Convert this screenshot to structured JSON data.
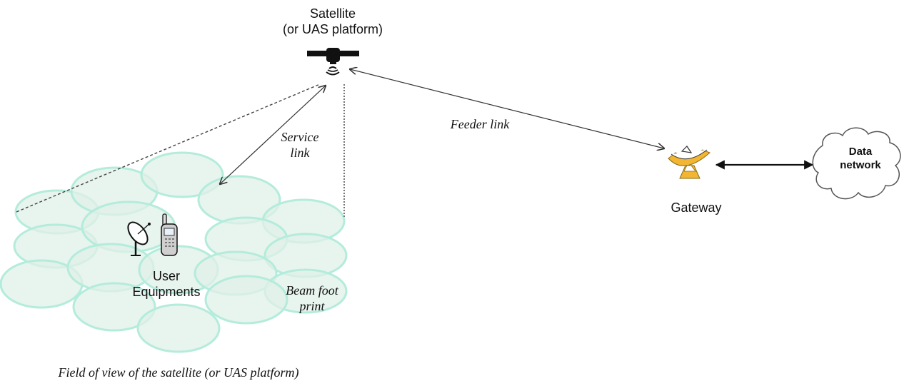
{
  "satellite": {
    "label_line1": "Satellite",
    "label_line2": "(or UAS platform)",
    "icon": "satellite-icon"
  },
  "links": {
    "service_line1": "Service",
    "service_line2": "link",
    "feeder": "Feeder link"
  },
  "user_equipment": {
    "label_line1": "User",
    "label_line2": "Equipments",
    "icons": [
      "dish-antenna-icon",
      "mobile-phone-icon"
    ]
  },
  "beam": {
    "label_line1": "Beam foot",
    "label_line2": "print"
  },
  "gateway": {
    "label": "Gateway",
    "icon": "gateway-dish-icon"
  },
  "data_network": {
    "label_line1": "Data",
    "label_line2": "network",
    "icon": "cloud-icon"
  },
  "field_of_view": {
    "caption": "Field of view of the satellite (or UAS platform)"
  },
  "colors": {
    "beam_fill": "#e0f0e8",
    "beam_stroke": "#b4ecdc",
    "gateway_dish": "#f2b632",
    "line": "#333333"
  }
}
